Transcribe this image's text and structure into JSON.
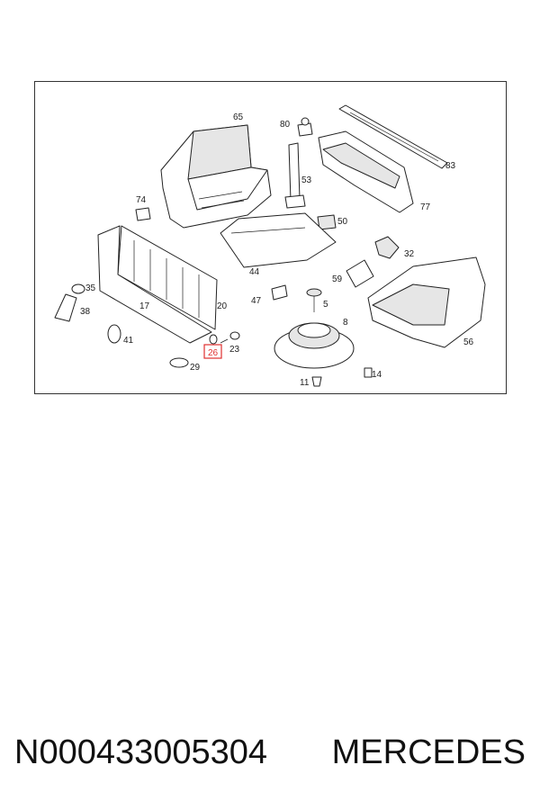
{
  "diagram": {
    "labels": {
      "p65": "65",
      "p80": "80",
      "p83": "83",
      "p53": "53",
      "p77": "77",
      "p74": "74",
      "p50": "50",
      "p32": "32",
      "p44": "44",
      "p59": "59",
      "p35": "35",
      "p20": "20",
      "p47": "47",
      "p5": "5",
      "p38": "38",
      "p17": "17",
      "p8": "8",
      "p41": "41",
      "p23": "23",
      "p26": "26",
      "p56": "56",
      "p29": "29",
      "p14": "14",
      "p11": "11"
    },
    "highlighted_part": "26",
    "highlight_color": "#e03030"
  },
  "caption": {
    "part_number": "N000433005304",
    "brand": "MERCEDES"
  }
}
